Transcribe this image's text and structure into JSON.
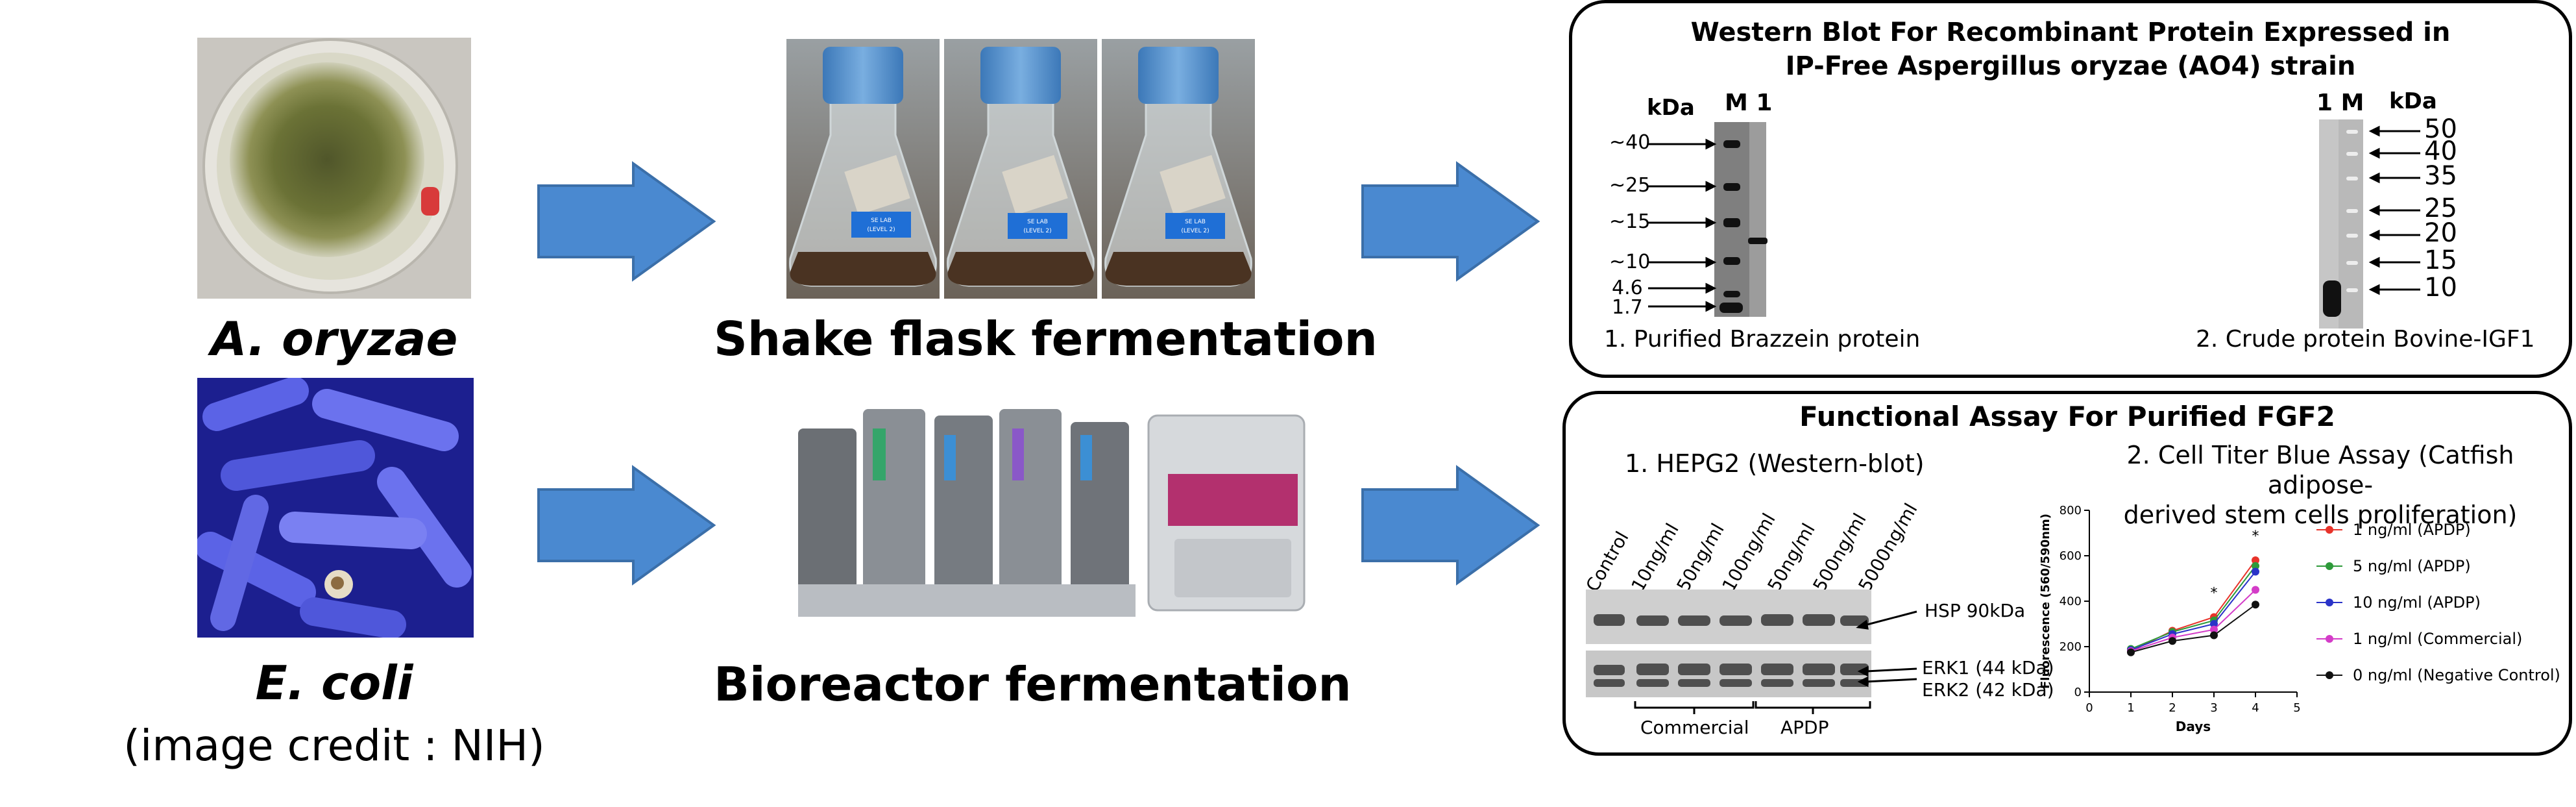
{
  "organisms": {
    "a_oryzae": "A. oryzae",
    "e_coli": "E. coli",
    "credit": "(image credit : NIH)"
  },
  "processes": {
    "shake_flask": "Shake flask fermentation",
    "bioreactor": "Bioreactor fermentation",
    "flask_tag_line1": "SE LAB",
    "flask_tag_line2": "(LEVEL 2)"
  },
  "western": {
    "title_line1": "Western Blot For Recombinant Protein Expressed  in",
    "title_line2": "IP-Free Aspergillus oryzae (AO4) strain",
    "left": {
      "kda_label": "kDa",
      "lane_labels": "M 1",
      "markers": [
        "~40",
        "~25",
        "~15",
        "~10",
        "4.6",
        "1.7"
      ],
      "caption": "1. Purified Brazzein protein"
    },
    "right": {
      "lane_labels": "1 M",
      "kda_label": "kDa",
      "markers": [
        "50",
        "40",
        "35",
        "25",
        "20",
        "15",
        "10"
      ],
      "caption": "2. Crude protein Bovine-IGF1"
    }
  },
  "functional": {
    "title": "Functional Assay For Purified FGF2",
    "hepg2": {
      "heading": "1. HEPG2 (Western-blot)",
      "lanes": [
        "Control",
        "10ng/ml",
        "50ng/ml",
        "100ng/ml",
        "50ng/ml",
        "500ng/ml",
        "5000ng/ml"
      ],
      "band_hsp": "HSP 90kDa",
      "band_erk1": "ERK1 (44 kDa)",
      "band_erk2": "ERK2 (42 kDa)",
      "group_commercial": "Commercial",
      "group_apdp": "APDP"
    },
    "ctb_heading_line1": "2. Cell Titer Blue Assay (Catfish adipose-",
    "ctb_heading_line2": "derived stem cells proliferation)"
  },
  "chart_data": {
    "type": "line",
    "title": "",
    "xlabel": "Days",
    "ylabel": "Fluorescence (560/590nm)",
    "xlim": [
      0,
      5
    ],
    "ylim": [
      0,
      800
    ],
    "x_ticks": [
      "0",
      "1",
      "2",
      "3",
      "4",
      "5"
    ],
    "y_ticks": [
      "0",
      "200",
      "400",
      "600",
      "800"
    ],
    "x": [
      1,
      2,
      3,
      4
    ],
    "series": [
      {
        "name": "1 ng/ml (APDP)",
        "color": "#e8332a",
        "values": [
          180,
          270,
          330,
          580
        ]
      },
      {
        "name": "5 ng/ml (APDP)",
        "color": "#2e9a3a",
        "values": [
          190,
          265,
          315,
          555
        ]
      },
      {
        "name": "10 ng/ml (APDP)",
        "color": "#2a33c8",
        "values": [
          185,
          255,
          300,
          530
        ]
      },
      {
        "name": "1 ng/ml (Commercial)",
        "color": "#d43cc8",
        "values": [
          180,
          240,
          275,
          450
        ]
      },
      {
        "name": "0 ng/ml (Negative Control)",
        "color": "#111111",
        "values": [
          175,
          225,
          250,
          385
        ]
      }
    ],
    "annotations": [
      "*",
      "*"
    ],
    "legend": "right",
    "grid": false
  }
}
